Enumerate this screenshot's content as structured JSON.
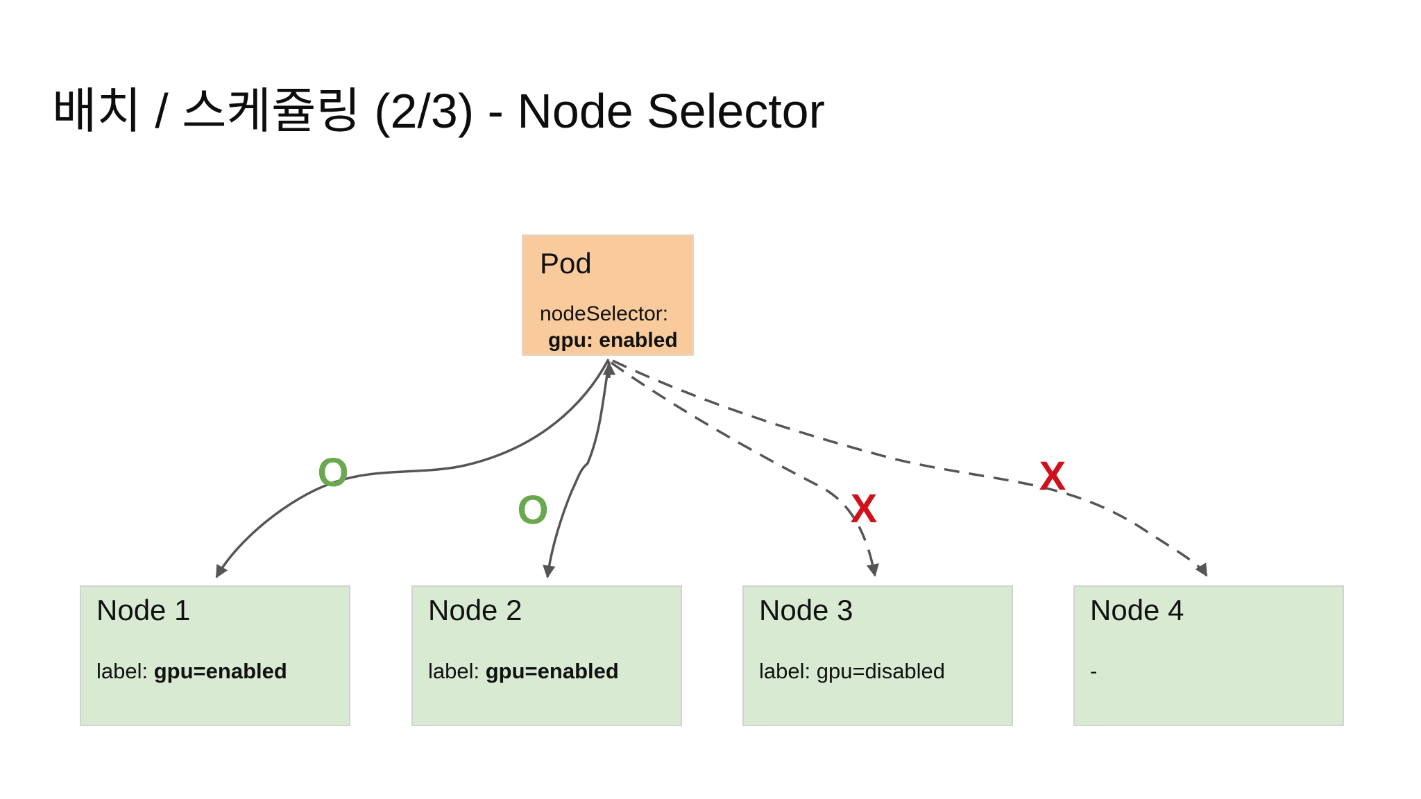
{
  "slide": {
    "title": "배치 / 스케쥴링 (2/3) - Node Selector"
  },
  "pod": {
    "title": "Pod",
    "selector_key": "nodeSelector:",
    "selector_value": "gpu: enabled"
  },
  "nodes": [
    {
      "title": "Node 1",
      "label_prefix": "label: ",
      "label_value": "gpu=enabled"
    },
    {
      "title": "Node 2",
      "label_prefix": "label: ",
      "label_value": "gpu=enabled"
    },
    {
      "title": "Node 3",
      "label_prefix": "label: ",
      "label_value": "gpu=disabled"
    },
    {
      "title": "Node 4",
      "label_prefix": "",
      "label_value": "-"
    }
  ],
  "marks": {
    "node1": "O",
    "node2": "O",
    "node3": "X",
    "node4": "X"
  },
  "edges": [
    {
      "from": "Pod",
      "to": "Node 1",
      "style": "solid",
      "result": "O"
    },
    {
      "from": "Pod",
      "to": "Node 2",
      "style": "solid",
      "result": "O"
    },
    {
      "from": "Pod",
      "to": "Node 3",
      "style": "dashed",
      "result": "X"
    },
    {
      "from": "Pod",
      "to": "Node 4",
      "style": "dashed",
      "result": "X"
    }
  ],
  "colors": {
    "pod_fill": "#f9cb9c",
    "node_fill": "#d9ead3",
    "match_green": "#6aa84f",
    "mismatch_red": "#d0111b",
    "connector_gray": "#555555",
    "text": "#111111",
    "background": "#ffffff"
  }
}
